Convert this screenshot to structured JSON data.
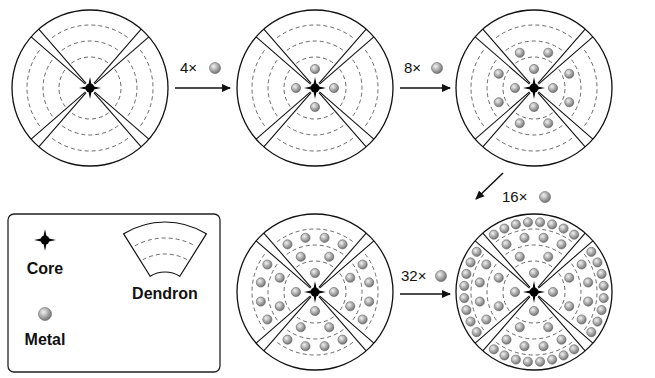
{
  "diagram": {
    "labels": [
      "4×",
      "8×",
      "16×",
      "32×"
    ],
    "legend": [
      {
        "text": "Core"
      },
      {
        "text": "Metal"
      },
      {
        "text": "Dendron"
      }
    ]
  }
}
